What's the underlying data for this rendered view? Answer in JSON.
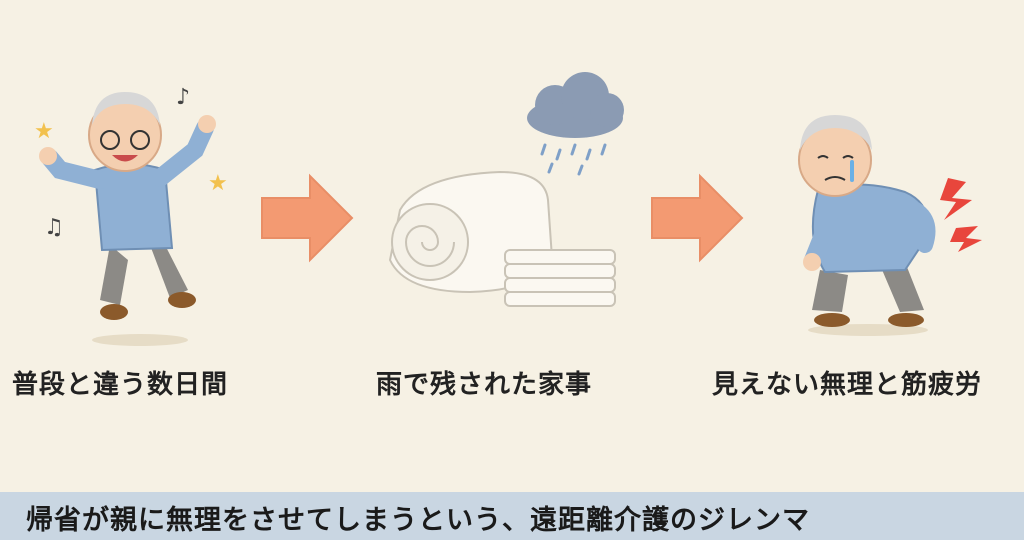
{
  "panels": [
    {
      "label": "普段と違う数日間",
      "scene_icon": "jumping-elderly-man-icon"
    },
    {
      "label": "雨で残された家事",
      "scene_icon": "futon-and-rain-cloud-icon"
    },
    {
      "label": "見えない無理と筋疲労",
      "scene_icon": "tired-elderly-man-back-pain-icon"
    }
  ],
  "arrows": [
    "arrow-right-icon",
    "arrow-right-icon"
  ],
  "caption": "帰省が親に無理をさせてしまうという、遠距離介護のジレンマ",
  "colors": {
    "background": "#f6f1e4",
    "arrow": "#f39a72",
    "shirt": "#8fb0d4",
    "caption_bar": "#c9d6e2"
  }
}
